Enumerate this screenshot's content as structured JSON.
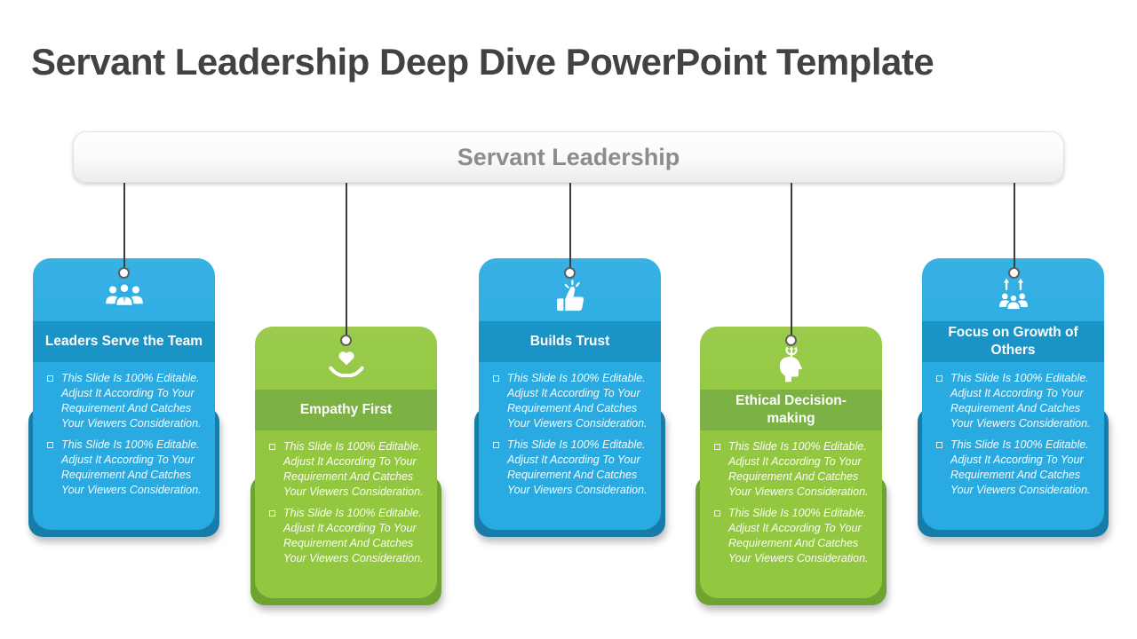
{
  "slide": {
    "title": "Servant Leadership Deep Dive PowerPoint Template",
    "header_bar": {
      "label": "Servant Leadership"
    }
  },
  "colors": {
    "blue_card": "#29ABE2",
    "blue_title_band": "#1A93C6",
    "blue_back_panel": "#177CA8",
    "green_card": "#92C73F",
    "green_title_band": "#7CB144",
    "green_back_panel": "#6FA32F",
    "slide_title_text": "#424242",
    "header_bar_text": "#8C8C8C",
    "card_text": "#FFFFFF"
  },
  "cards": [
    {
      "title": "Leaders Serve the Team",
      "color": "blue",
      "icon": "team-icon",
      "bullets": [
        "This Slide Is 100% Editable. Adjust It According To Your Requirement And Catches Your Viewers Consideration.",
        "This Slide Is 100% Editable. Adjust It According To Your Requirement And Catches Your Viewers Consideration."
      ]
    },
    {
      "title": "Empathy First",
      "color": "green",
      "icon": "hands-heart-icon",
      "bullets": [
        "This Slide Is 100% Editable. Adjust It According To Your Requirement And Catches Your Viewers Consideration.",
        "This Slide Is 100% Editable. Adjust It According To Your Requirement And Catches Your Viewers Consideration."
      ]
    },
    {
      "title": "Builds Trust",
      "color": "blue",
      "icon": "thumbs-up-icon",
      "bullets": [
        "This Slide Is 100% Editable. Adjust It According To Your Requirement And Catches Your Viewers Consideration.",
        "This Slide Is 100% Editable. Adjust It According To Your Requirement And Catches Your Viewers Consideration."
      ]
    },
    {
      "title": "Ethical Decision-making",
      "color": "green",
      "icon": "decision-head-icon",
      "bullets": [
        "This Slide Is 100% Editable. Adjust It According To Your Requirement And Catches Your Viewers Consideration.",
        "This Slide Is 100% Editable. Adjust It According To Your Requirement And Catches Your Viewers Consideration."
      ]
    },
    {
      "title": "Focus on Growth of Others",
      "color": "blue",
      "icon": "growth-people-icon",
      "bullets": [
        "This Slide Is 100% Editable. Adjust It According To Your Requirement And Catches Your Viewers Consideration.",
        "This Slide Is 100% Editable. Adjust It According To Your Requirement And Catches Your Viewers Consideration."
      ]
    }
  ]
}
